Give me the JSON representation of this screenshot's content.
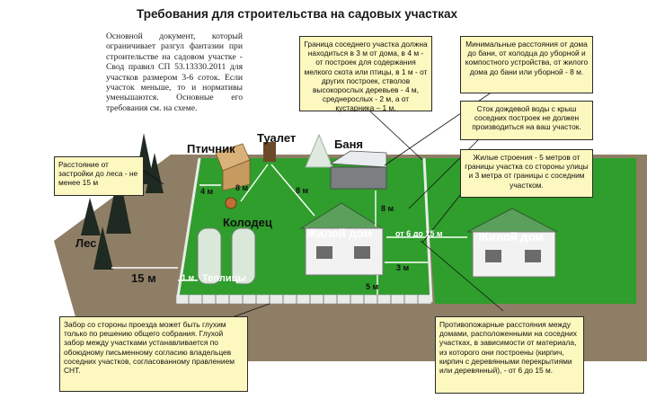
{
  "title": "Требования для строительства на садовых участках",
  "intro": "Основной документ, который ограничивает разгул фантазии при строительстве на садовом участке - Свод правил СП 53.13330.2011 для участков размером 3-6 соток. Если участок меньше, то и нормативы уменьшаются. Основные его требования см. на схеме.",
  "notes": {
    "neighbor_border": "Граница соседнего участка должна находиться в 3 м от дома, в 4 м - от построек для содержания мелкого скота или птицы, в 1 м - от других построек, стволов высокорослых деревьев - 4 м, среднерослых - 2 м, а от кустарника – 1 м.",
    "min_distances": "Минимальные расстояния от дома до бани, от колодца до уборной и компостного устройства, от жилого дома до бани или уборной - 8 м.",
    "rain_runoff": "Сток дождевой воды с крыш соседних построек не должен производиться на ваш участок.",
    "residential": "Жилые строения - 5 метров от границы участка со стороны улицы и  3 метра от границы с соседним участком.",
    "forest": "Расстояние от застройки до леса - не менее 15 м",
    "fence": "Забор со стороны проезда может быть глухим только по  решению общего собрания. Глухой забор между участками устанавливается по обоюдному письменному согласию владельцев соседних участков, согласованному правлением СНТ.",
    "fire": "Противопожарные расстояния между домами, расположенными на соседних участках, в зависимости от материала, из которого они построены (кирпич, кирпич с деревянными перекрытиями или деревянный), - от 6 до 15 м."
  },
  "labels": {
    "poultry": "Птичник",
    "toilet": "Туалет",
    "bathhouse": "Баня",
    "well": "Колодец",
    "house": "Жилой дом",
    "neighbor_house": "Жилой дом",
    "greenhouses": "Теплицы",
    "forest": "Лес"
  },
  "distances": {
    "forest": "15 м",
    "poultry": "4 м",
    "toilet_well": "8 м",
    "toilet_house": "8 м",
    "bath_house": "8 м",
    "between_houses": "от 6 до 15 м",
    "house_side": "3 м",
    "house_street": "5 м",
    "greenhouse": "1 м"
  }
}
